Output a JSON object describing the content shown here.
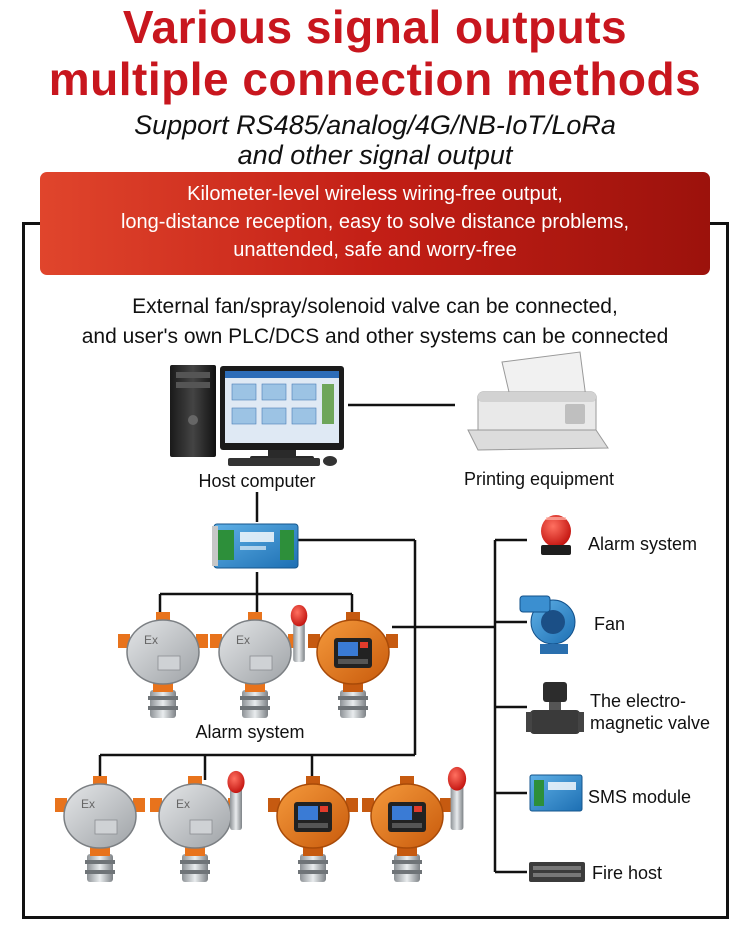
{
  "header": {
    "title_line1": "Various signal outputs",
    "title_line2": "multiple connection methods",
    "subtitle_line1": "Support RS485/analog/4G/NB-IoT/LoRa",
    "subtitle_line2": "and other signal output"
  },
  "banner": {
    "line1": "Kilometer-level wireless wiring-free output,",
    "line2": "long-distance reception, easy to solve distance problems,",
    "line3": "unattended, safe and worry-free"
  },
  "description": {
    "line1": "External fan/spray/solenoid valve can be connected,",
    "line2": "and user's own PLC/DCS and other systems can be connected"
  },
  "devices": {
    "host_computer": "Host computer",
    "printer": "Printing equipment",
    "alarm_group": "Alarm system"
  },
  "outputs": [
    {
      "label": "Alarm system",
      "icon": "alarm-light-icon"
    },
    {
      "label": "Fan",
      "icon": "fan-icon"
    },
    {
      "label": "The electro-\nmagnetic valve",
      "icon": "solenoid-valve-icon"
    },
    {
      "label": "SMS module",
      "icon": "sms-module-icon"
    },
    {
      "label": "Fire host",
      "icon": "fire-host-icon"
    }
  ],
  "colors": {
    "title": "#c8161e",
    "banner_start": "#e0452c",
    "banner_end": "#9c120c",
    "detector_orange": "#e8731c",
    "detector_gray": "#b9bcbf"
  }
}
